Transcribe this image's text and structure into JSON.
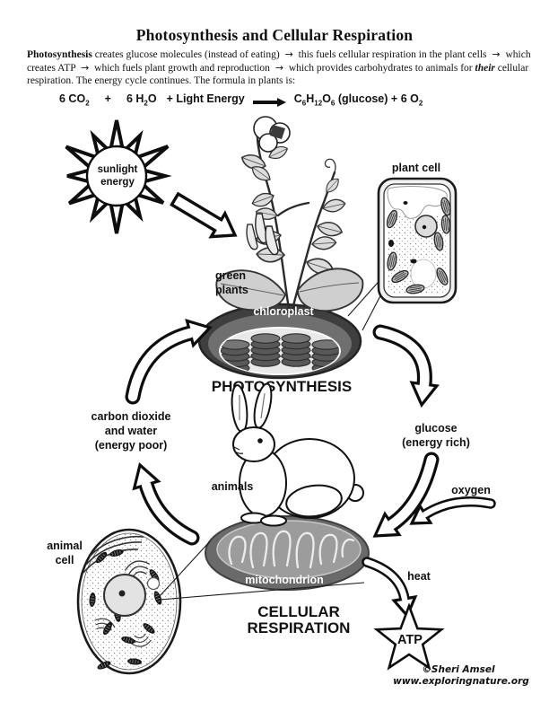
{
  "header": {
    "title": "Photosynthesis and Cellular Respiration",
    "intro": {
      "bold_lead": "Photosynthesis",
      "seg1": " creates glucose molecules (instead of eating) ",
      "arrow": "→",
      "seg2": " this fuels cellular respiration in the plant cells ",
      "seg3": " which creates ATP ",
      "seg4": " which fuels plant growth and reproduction ",
      "seg5": " which provides carbohydrates to animals for ",
      "their": "their",
      "seg6": " cellular respiration. The energy cycle continues. The formula in plants is:"
    },
    "formula": {
      "co2": "6 CO",
      "co2_sub": "2",
      "plus": "+",
      "h2o_a": "6 H",
      "h2o_sub": "2",
      "h2o_b": "O",
      "light": "+ Light Energy",
      "g_c": "C",
      "g_c_sub": "6",
      "g_h": "H",
      "g_h_sub": "12",
      "g_o": "O",
      "g_o_sub": "6",
      "glucose_word": "(glucose)",
      "plus2": "+",
      "o2": "6 O",
      "o2_sub": "2"
    }
  },
  "diagram": {
    "sunlight_label": [
      "sunlight",
      "energy"
    ],
    "green_plants_label": [
      "green",
      "plants"
    ],
    "plant_cell_label": "plant cell",
    "chloroplast_label": "chloroplast",
    "photosynthesis_label": "PHOTOSYNTHESIS",
    "carbon_label": [
      "carbon dioxide",
      "and water",
      "(energy poor)"
    ],
    "glucose_label": [
      "glucose",
      "(energy rich)"
    ],
    "oxygen_label": "oxygen",
    "animals_label": "animals",
    "mitochondrion_label": "mitochondrion",
    "respiration_label": [
      "CELLULAR",
      "RESPIRATION"
    ],
    "animal_cell_label": [
      "animal",
      "cell"
    ],
    "heat_label": "heat",
    "atp_label": "ATP"
  },
  "footer": {
    "credit": "©Sheri Amsel",
    "website": "www.exploringnature.org"
  },
  "colors": {
    "ink": "#111111",
    "chloroplast_outer": "#3f3f3f",
    "chloroplast_band": "#6f6f6f",
    "chloroplast_stroma": "#e9e9e9",
    "mitochondrion_outer": "#6a6a6a",
    "mitochondrion_matrix": "#9c9c9c"
  }
}
